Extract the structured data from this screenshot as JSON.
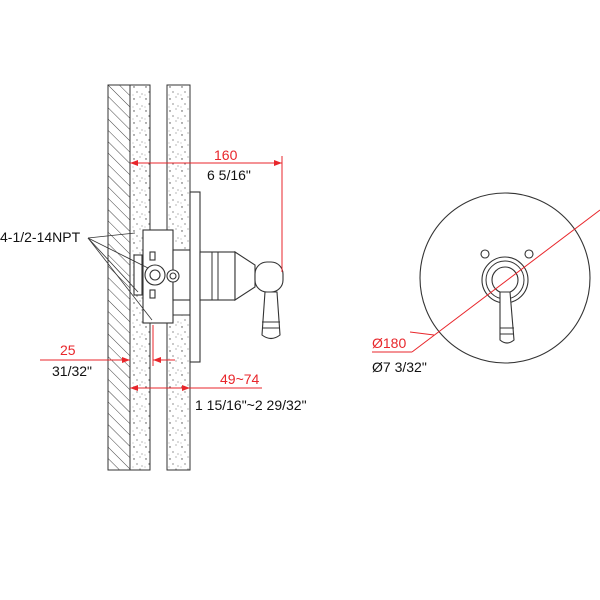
{
  "side_view": {
    "thread_label": "4-1/2-14NPT",
    "depth_mm": "160",
    "depth_in": "6 5/16\"",
    "offset_mm": "25",
    "offset_in": "31/32\"",
    "range_mm": "49~74",
    "range_in": "1 15/16\"~2 29/32\""
  },
  "front_view": {
    "diameter_mm": "Ø180",
    "diameter_in": "Ø7 3/32\""
  },
  "colors": {
    "dimension": "#e8262b",
    "outline": "#333333"
  }
}
